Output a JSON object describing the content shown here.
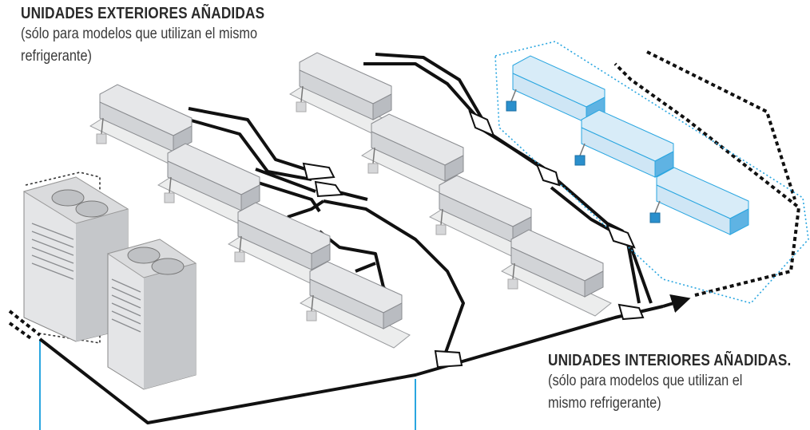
{
  "exterior": {
    "title": "UNIDADES EXTERIORES AÑADIDAS",
    "note_line1": "(sólo para modelos que utilizan el mismo",
    "note_line2": "refrigerante)"
  },
  "interior": {
    "title": "UNIDADES INTERIORES AÑADIDAS.",
    "note_line1": "(sólo para modelos que utilizan el",
    "note_line2": "mismo refrigerante)"
  },
  "colors": {
    "pipe": "#111111",
    "unit_top": "#e6e7e9",
    "unit_side": "#b9bcc1",
    "added_top": "#d8ecf8",
    "added_side": "#5fb3e3",
    "added_outline": "#2aa6e0",
    "blue_line": "#2aa6e0"
  }
}
